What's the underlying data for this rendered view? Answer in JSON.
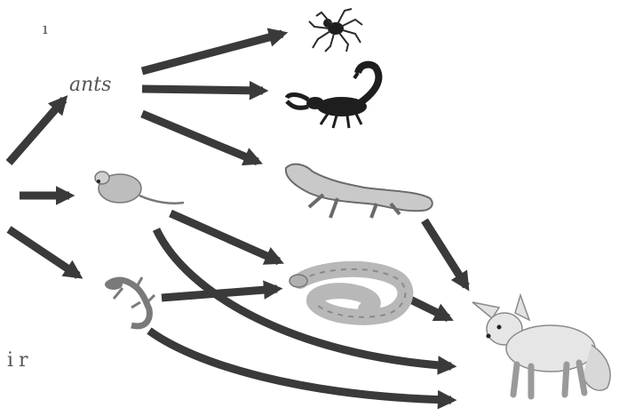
{
  "diagram": {
    "type": "food-web",
    "top_label": "ants",
    "bottom_label": "ir",
    "organisms": {
      "spider": "spider",
      "scorpion": "scorpion",
      "lizard_large": "lizard",
      "mouse": "mouse",
      "lizard_small": "lizard",
      "snake": "snake",
      "fox": "fennec fox"
    }
  },
  "colors": {
    "arrow": "#3a3a3a",
    "organism_dark": "#1e1e1e",
    "organism_mid": "#8a8a8a",
    "organism_light": "#d6d6d6",
    "background": "#ffffff"
  }
}
